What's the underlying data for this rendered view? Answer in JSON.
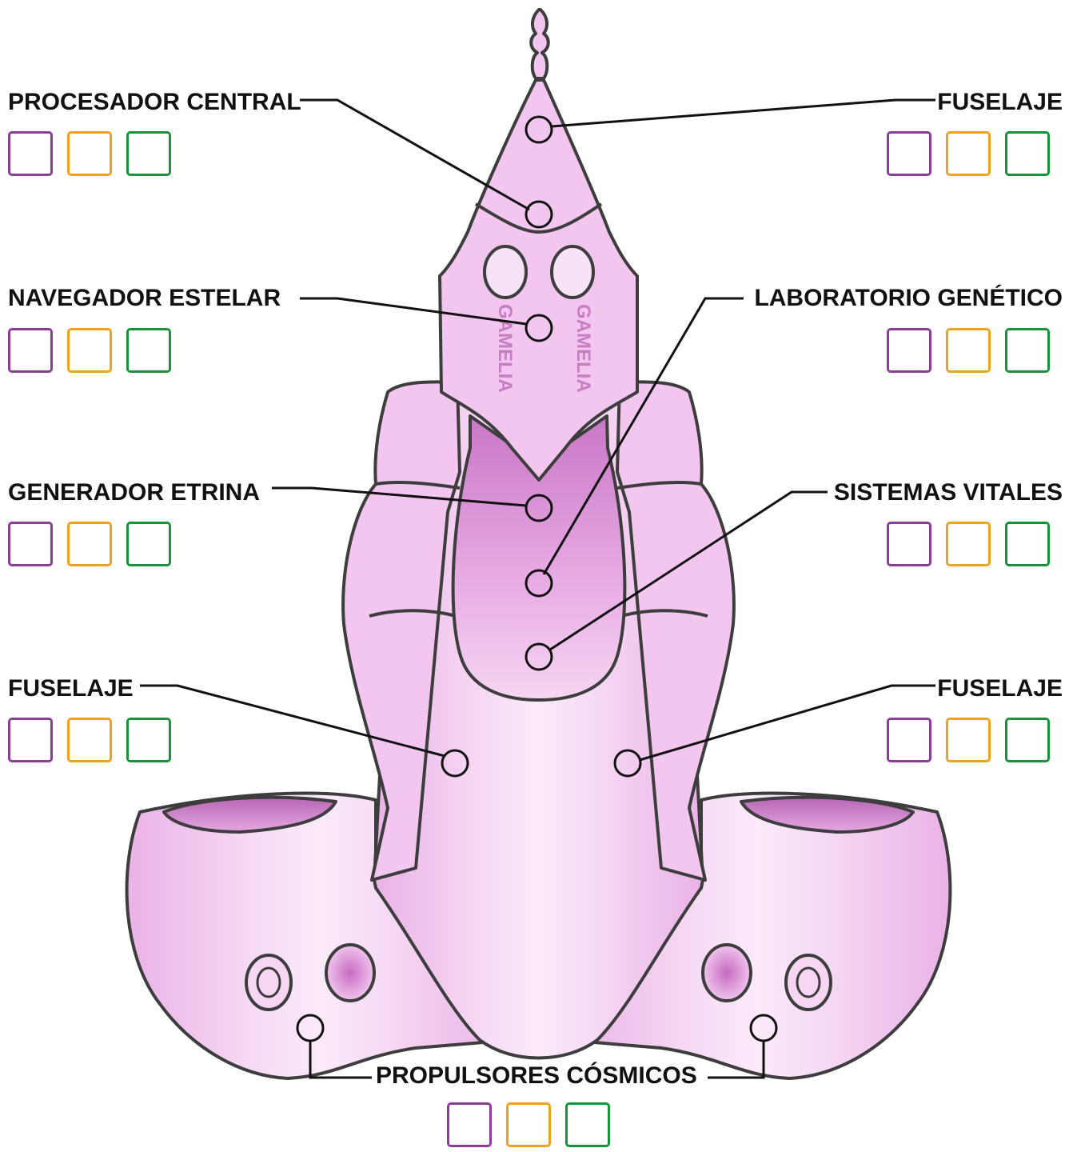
{
  "colors": {
    "box_1": "#8b3c97",
    "box_2": "#f0a21f",
    "box_3": "#17923a",
    "hull": "#f3c6ef",
    "hull_dark": "#cc7ec8",
    "outline": "#3d3d3d"
  },
  "ship": {
    "nameplate_left": "GAMELIA",
    "nameplate_right": "GAMELIA"
  },
  "callouts": [
    {
      "id": "procesador-central",
      "label": "PROCESADOR CENTRAL"
    },
    {
      "id": "fuselaje-top",
      "label": "FUSELAJE"
    },
    {
      "id": "navegador-estelar",
      "label": "NAVEGADOR ESTELAR"
    },
    {
      "id": "laboratorio-genetico",
      "label": "LABORATORIO GENÉTICO"
    },
    {
      "id": "generador-etrina",
      "label": "GENERADOR ETRINA"
    },
    {
      "id": "sistemas-vitales",
      "label": "SISTEMAS VITALES"
    },
    {
      "id": "fuselaje-left",
      "label": "FUSELAJE"
    },
    {
      "id": "fuselaje-right",
      "label": "FUSELAJE"
    },
    {
      "id": "propulsores-cosmicos",
      "label": "PROPULSORES CÓSMICOS"
    }
  ]
}
